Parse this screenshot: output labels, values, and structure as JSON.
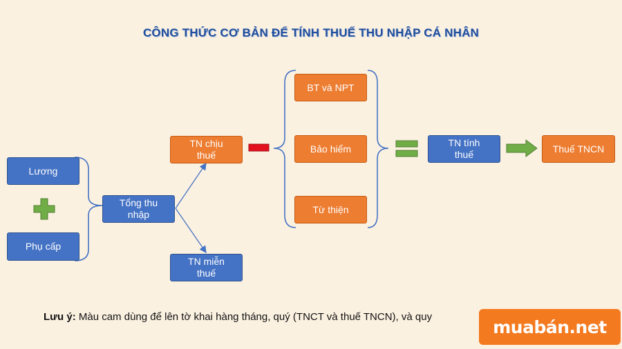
{
  "title": "CÔNG THỨC CƠ BẢN ĐỂ TÍNH THUẾ THU NHẬP CÁ NHÂN",
  "nodes": {
    "luong": "Lương",
    "phu_cap": "Phụ cấp",
    "tong_thu_nhap": "Tổng thu nhập",
    "tn_chiu_thue": "TN chịu thuế",
    "tn_mien_thue": "TN miễn thuế",
    "bt_npt": "BT và NPT",
    "bao_hiem": "Bảo hiểm",
    "tu_thien": "Từ thiện",
    "tn_tinh_thue": "TN tính thuế",
    "thue_tncn": "Thuế TNCN"
  },
  "note": {
    "label": "Lưu ý:",
    "text": " Màu cam dùng để lên tờ khai hàng tháng, quý (TNCT và thuế TNCN), và quy"
  },
  "logo": {
    "text": "muabán.net"
  },
  "colors": {
    "blue": "#4472c4",
    "orange": "#ed7d31",
    "green": "#70ad47",
    "red": "#e3101e",
    "title": "#1f4e9c"
  }
}
